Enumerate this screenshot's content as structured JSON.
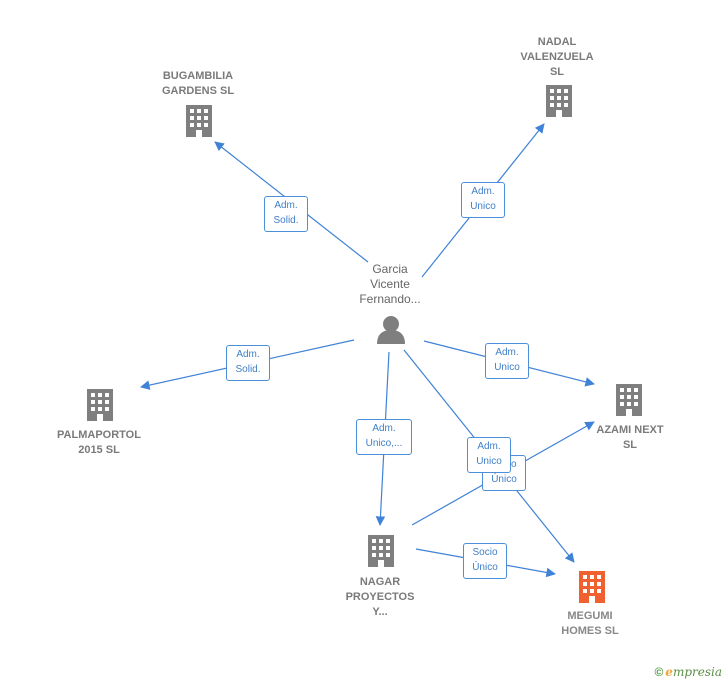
{
  "nodes": {
    "person": {
      "label": "Garcia\nVicente\nFernando..."
    },
    "bugambilia": {
      "label": "BUGAMBILIA\nGARDENS  SL"
    },
    "nadal": {
      "label": "NADAL\nVALENZUELA\nSL"
    },
    "palmaportol": {
      "label": "PALMAPORTOL\n2015  SL"
    },
    "azami": {
      "label": "AZAMI NEXT\nSL"
    },
    "nagar": {
      "label": "NAGAR\nPROYECTOS\nY..."
    },
    "megumi": {
      "label": "MEGUMI\nHOMES  SL"
    }
  },
  "edges": {
    "bugambilia": "Adm.\nSolid.",
    "nadal": "Adm.\nUnico",
    "palmaportol": "Adm.\nSolid.",
    "azami": "Adm.\nUnico",
    "nagar": "Adm.\nUnico,...",
    "megumi_admin": "Adm.\nUnico",
    "azami_socio": "Socio\nÚnico",
    "megumi_socio": "Socio\nÚnico"
  },
  "colors": {
    "edge": "#3f82d6",
    "building": "#7f7f7f",
    "building_main": "#f0612f",
    "person": "#7f7f7f"
  },
  "icons": {
    "company": "building-icon",
    "person": "person-icon"
  },
  "brand": {
    "copyright": "©",
    "e": "e",
    "rest": "mpresia"
  }
}
